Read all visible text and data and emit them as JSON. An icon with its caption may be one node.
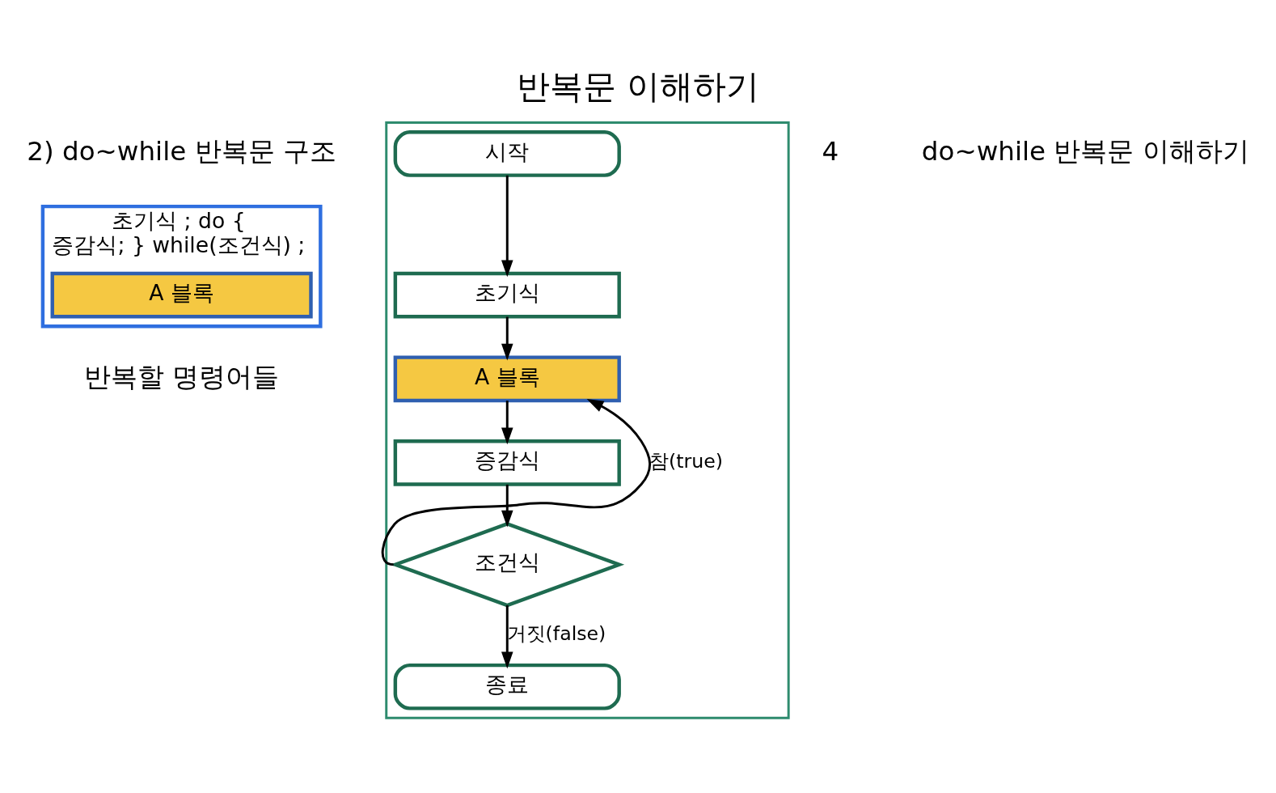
{
  "diagram": {
    "title": "반복문 이해하기",
    "nodes": [
      {
        "text": [
          "초기식 ; do {",
          "증감식; } while(조건식) ;"
        ]
      },
      {
        "text": [
          "A 블록"
        ],
        "in": 0
      },
      {
        "text": [],
        "shape": "box"
      },
      {
        "text": [
          "시작"
        ],
        "in": 2
      },
      {
        "text": [
          "초기식"
        ],
        "in": 2
      },
      {
        "text": [
          "A 블록"
        ],
        "in": 2
      },
      {
        "text": [
          "증감식"
        ],
        "in": 2
      },
      {
        "text": [
          "조건식"
        ],
        "in": 2
      },
      {
        "text": [
          "종료"
        ],
        "in": 2
      }
    ],
    "edges": [
      {
        "from": 3,
        "to": 4,
        "arrow": "to"
      },
      {
        "from": 4,
        "to": 5,
        "arrow": "to"
      },
      {
        "from": 5,
        "to": 6,
        "arrow": "to"
      },
      {
        "from": 6,
        "to": 7,
        "arrow": "to"
      },
      {
        "from": 7,
        "to": 5,
        "arrow": "to",
        "label": "참(true)"
      },
      {
        "from": 7,
        "to": 8,
        "arrow": "to",
        "label": "거짓(false)"
      }
    ],
    "labels": [
      "4",
      "do~while 반복문 이해하기",
      "2) do~while 반복문 구조",
      "반복할 명령어들"
    ]
  }
}
